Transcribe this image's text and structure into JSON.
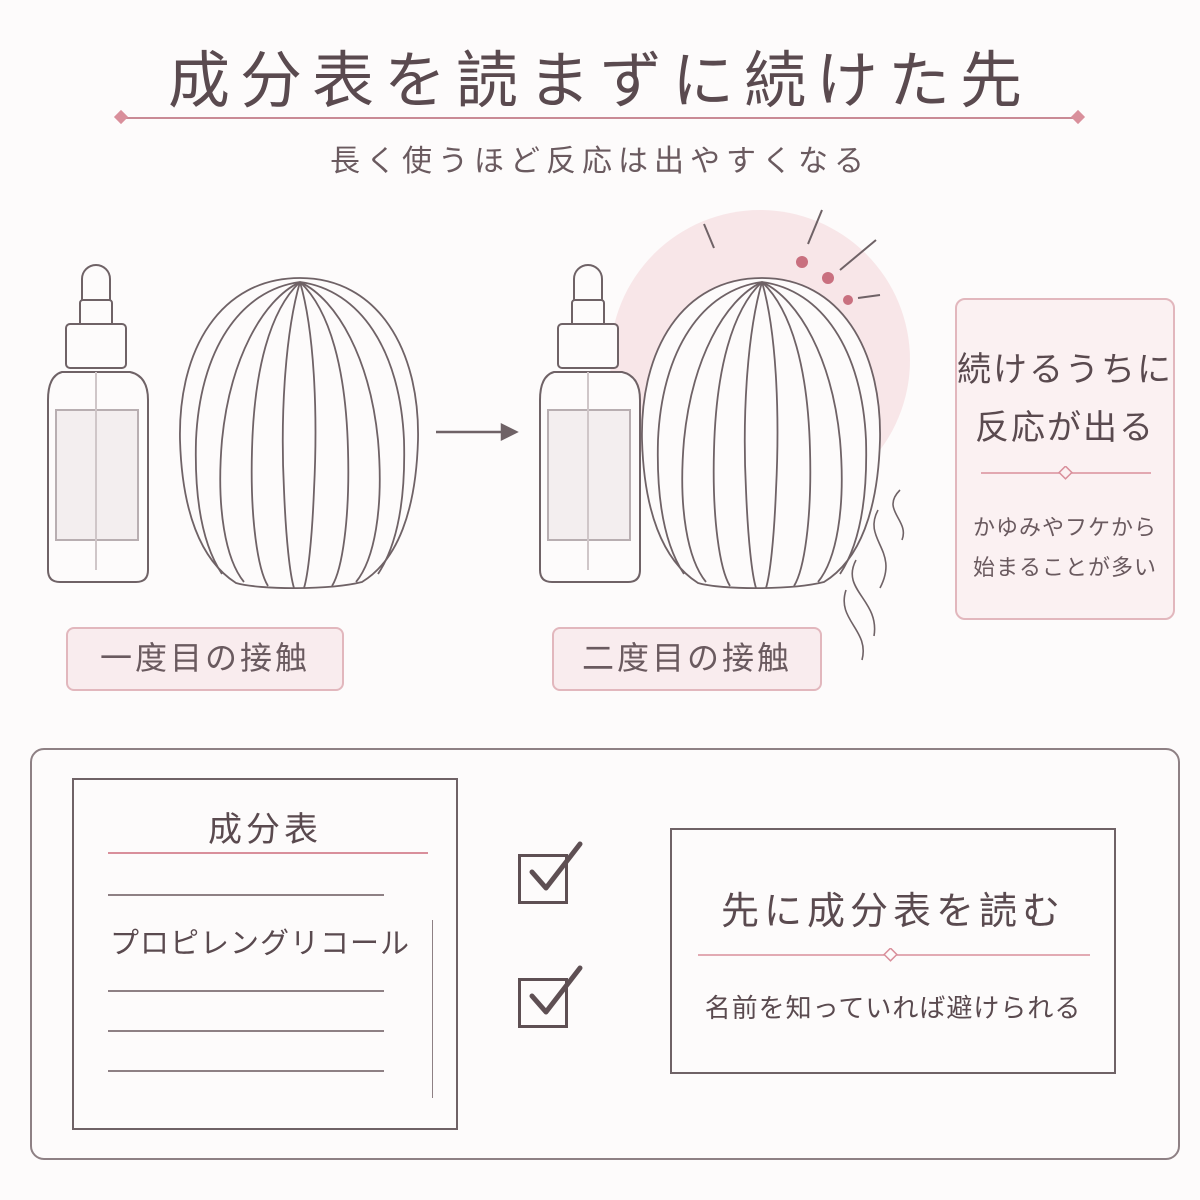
{
  "title": "成分表を読まずに続けた先",
  "subtitle": "長く使うほど反応は出やすくなる",
  "steps": [
    {
      "label": "一度目の接触"
    },
    {
      "label": "二度目の接触"
    }
  ],
  "callout": {
    "heading_line1": "続けるうちに",
    "heading_line2": "反応が出る",
    "note_line1": "かゆみやフケから",
    "note_line2": "始まることが多い"
  },
  "ingredient_card": {
    "title": "成分表",
    "item": "プロピレングリコール"
  },
  "tip_card": {
    "title": "先に成分表を読む",
    "text": "名前を知っていれば避けられる"
  },
  "colors": {
    "accent_pink": "#d98f9b",
    "pill_fill": "#f9ecee",
    "line": "#6f6266",
    "reaction_dot": "#c9707f"
  }
}
